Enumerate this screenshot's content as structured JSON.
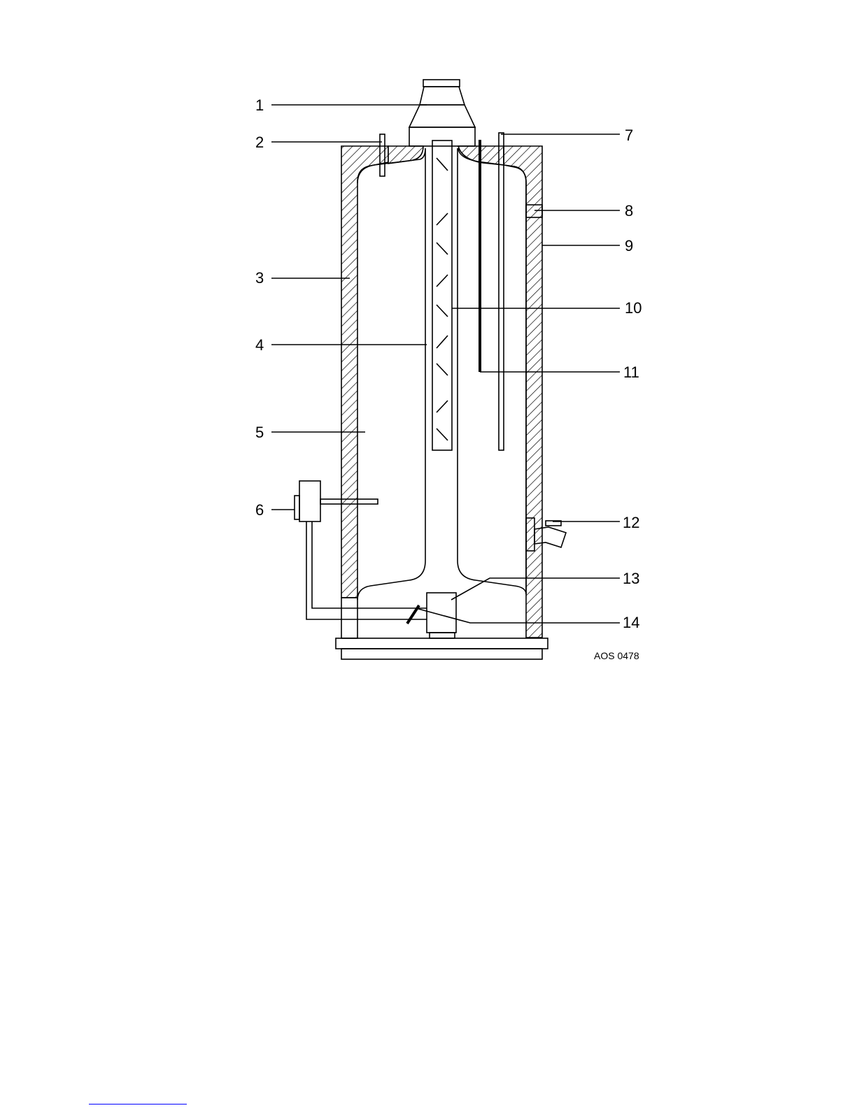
{
  "callouts": [
    "1",
    "2",
    "3",
    "4",
    "5",
    "6",
    "7",
    "8",
    "9",
    "10",
    "11",
    "12",
    "13",
    "14"
  ],
  "figure_code": "AOS 0478",
  "colors": {
    "line": "#000000",
    "background": "#ffffff",
    "footer_rule": "#0000ff"
  }
}
